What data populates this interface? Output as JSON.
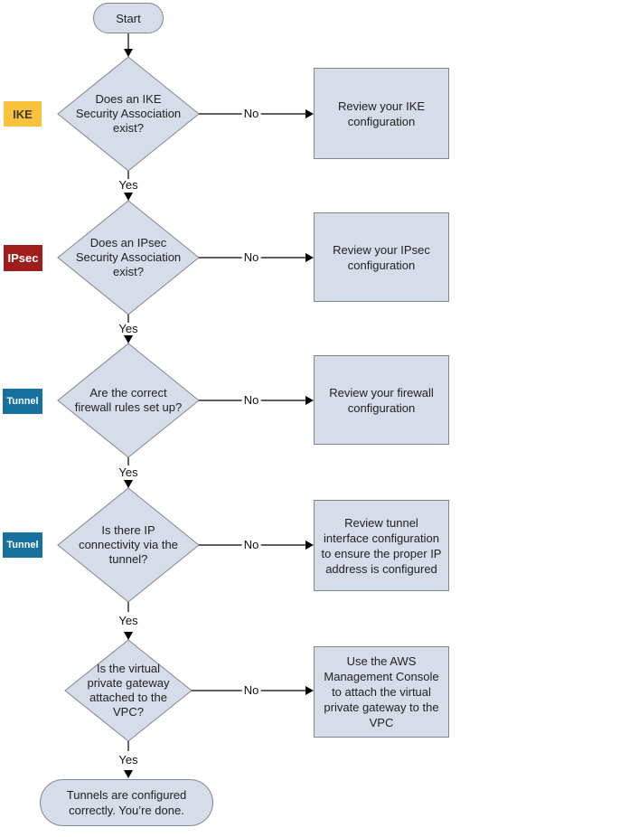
{
  "colors": {
    "node_fill": "#d6dce8",
    "node_border": "#7f8694",
    "arrow": "#000000",
    "ike_bg": "#f9c23c",
    "ike_text": "#3f3a28",
    "ipsec_bg": "#a01d1d",
    "tunnel_bg": "#16719e"
  },
  "start": {
    "label": "Start"
  },
  "end": {
    "label": "Tunnels are configured\ncorrectly. You’re done."
  },
  "steps": [
    {
      "badge": "IKE",
      "question": "Does an IKE\nSecurity Association\nexist?",
      "yes_label": "Yes",
      "no_label": "No",
      "no_action": "Review your IKE\nconfiguration"
    },
    {
      "badge": "IPsec",
      "question": "Does an IPsec\nSecurity Association\nexist?",
      "yes_label": "Yes",
      "no_label": "No",
      "no_action": "Review your IPsec\nconfiguration"
    },
    {
      "badge": "Tunnel",
      "question": "Are the correct\nfirewall rules set up?",
      "yes_label": "Yes",
      "no_label": "No",
      "no_action": "Review your firewall\nconfiguration"
    },
    {
      "badge": "Tunnel",
      "question": "Is there IP\nconnectivity via the\ntunnel?",
      "yes_label": "Yes",
      "no_label": "No",
      "no_action": "Review tunnel\ninterface configuration\nto ensure the proper IP\naddress is configured"
    },
    {
      "question": "Is the virtual\nprivate gateway\nattached to the\nVPC?",
      "yes_label": "Yes",
      "no_label": "No",
      "no_action": "Use the AWS\nManagement Console\nto attach the virtual\nprivate gateway to the\nVPC"
    }
  ]
}
